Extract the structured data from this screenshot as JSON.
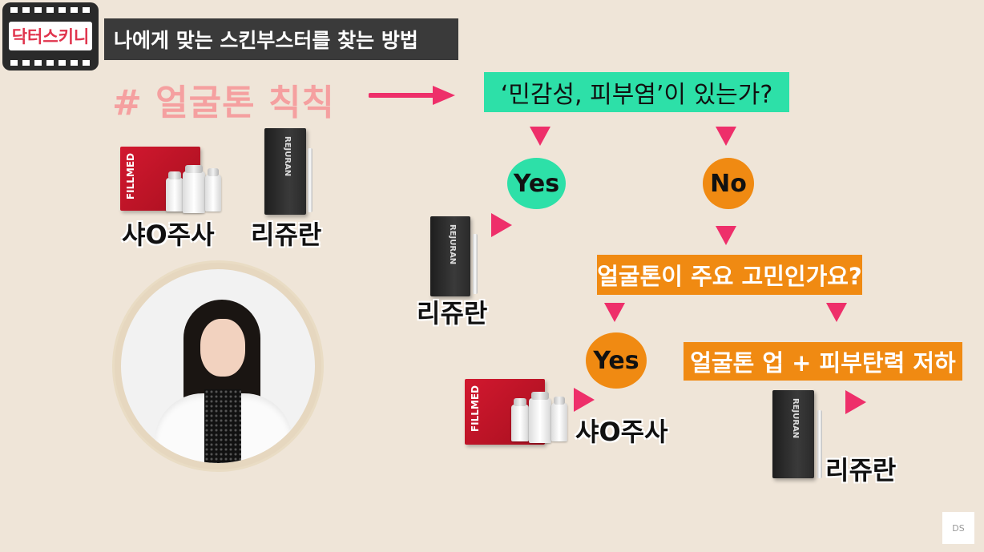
{
  "channel": {
    "logo_text": "닥터스키니"
  },
  "title": "나에게 맞는 스킨부스터를 찾는 방법",
  "hashtag": "# 얼굴톤 칙칙",
  "products_left": [
    {
      "name": "샤O주사",
      "brand": "FILLMED"
    },
    {
      "name": "리쥬란",
      "brand": "REJURAN"
    }
  ],
  "flow": {
    "question1": "‘민감성, 피부염’이 있는가?",
    "yes1": "Yes",
    "no1": "No",
    "result_yes1": {
      "name": "리쥬란",
      "brand": "REJURAN"
    },
    "question2": "얼굴톤이 주요 고민인가요?",
    "yes2": "Yes",
    "result_yes2": {
      "name": "샤O주사",
      "brand": "FILLMED"
    },
    "no2_text": "얼굴톤 업 + 피부탄력 저하",
    "result_no2": {
      "name": "리쥬란",
      "brand": "REJURAN"
    }
  },
  "watermark": "DS",
  "colors": {
    "background": "#efe5d8",
    "question_green": "#2de0a8",
    "orange": "#f08a12",
    "arrow_pink": "#ee2f6a",
    "hashtag_pink": "#f5a0a0"
  }
}
